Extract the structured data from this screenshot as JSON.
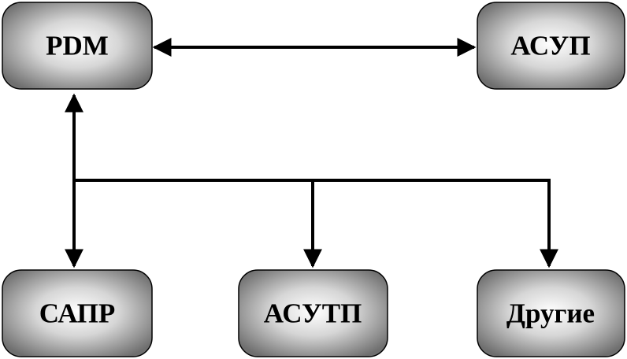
{
  "nodes": {
    "pdm": "PDM",
    "asup": "АСУП",
    "sapr": "САПР",
    "asutp": "АСУТП",
    "other": "Другие"
  }
}
